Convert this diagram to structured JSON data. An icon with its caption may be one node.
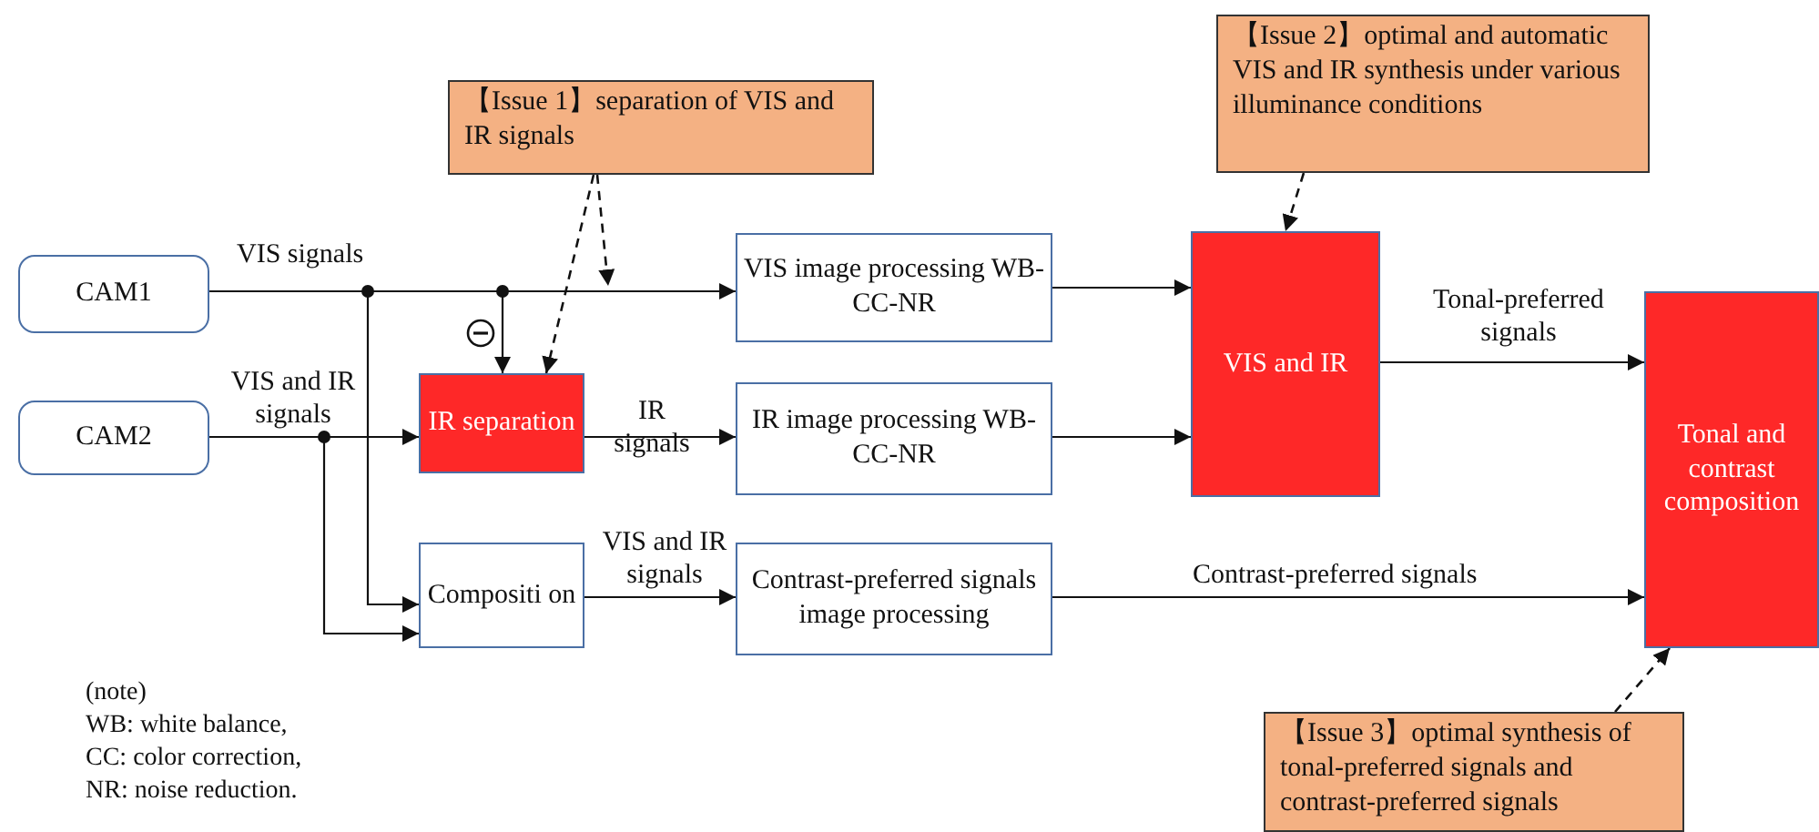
{
  "diagram": {
    "nodes": [
      {
        "text": [
          "【Issue 1】separation of VIS and IR signals"
        ]
      },
      {
        "text": [
          "【Issue 2】optimal and automatic VIS and IR synthesis under various illuminance conditions"
        ]
      },
      {
        "text": [
          "CAM1"
        ]
      },
      {
        "text": [
          "CAM2"
        ]
      },
      {
        "text": [
          "IR separation"
        ]
      },
      {
        "text": [
          "VIS image processing WB-CC-NR"
        ]
      },
      {
        "text": [
          "IR image processing WB-CC-NR"
        ]
      },
      {
        "text": [
          "Compositi on"
        ]
      },
      {
        "text": [
          "Contrast-preferred signals image processing"
        ]
      },
      {
        "text": [
          "VIS and IR"
        ]
      },
      {
        "text": [
          "Tonal and contrast composition"
        ]
      },
      {
        "text": [
          "【Issue 3】optimal synthesis of tonal-preferred signals and contrast-preferred signals"
        ]
      }
    ],
    "edges": [
      {
        "from": 2,
        "to": 5,
        "arrow": "to",
        "label": "VIS signals"
      },
      {
        "from": 2,
        "to": 4,
        "arrow": "to"
      },
      {
        "from": 2,
        "to": 7,
        "arrow": "to"
      },
      {
        "from": 3,
        "to": 4,
        "arrow": "to",
        "label": "VIS and IR signals"
      },
      {
        "from": 3,
        "to": 7,
        "arrow": "to"
      },
      {
        "from": 4,
        "to": 6,
        "arrow": "to",
        "label": "IR signals"
      },
      {
        "from": 7,
        "to": 8,
        "arrow": "to",
        "label": "VIS and IR signals"
      },
      {
        "from": 5,
        "to": 9,
        "arrow": "to"
      },
      {
        "from": 6,
        "to": 9,
        "arrow": "to"
      },
      {
        "from": 9,
        "to": 10,
        "arrow": "to",
        "label": "Tonal-preferred signals"
      },
      {
        "from": 8,
        "to": 10,
        "arrow": "to",
        "label": "Contrast-preferred signals"
      },
      {
        "from": 0,
        "to": null,
        "arrow": "to",
        "style": "dashed"
      },
      {
        "from": 0,
        "to": 4,
        "arrow": "to",
        "style": "dashed"
      },
      {
        "from": 1,
        "to": 9,
        "arrow": "to",
        "style": "dashed"
      },
      {
        "from": 11,
        "to": 10,
        "arrow": "to",
        "style": "dashed"
      }
    ],
    "labels": [
      "(note)",
      "WB: white balance,",
      "CC: color correction,",
      "NR: noise reduction."
    ]
  }
}
